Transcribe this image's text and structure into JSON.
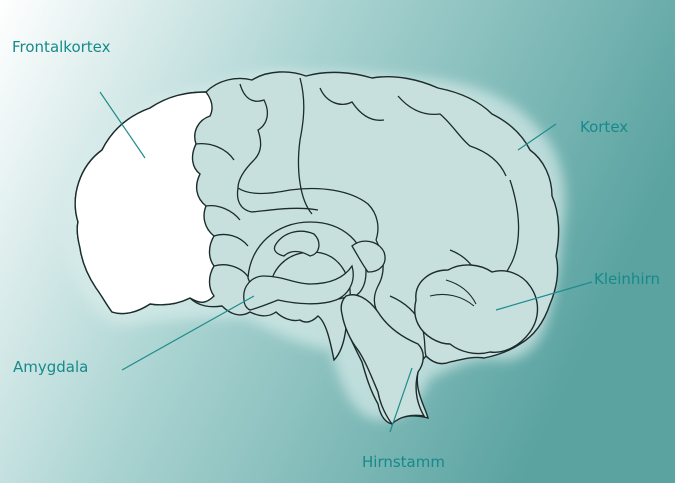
{
  "colors": {
    "label": "#168a8a",
    "leader": "#1f8c8c",
    "brain_fill": "#c7e0de",
    "frontal_fill": "#ffffff",
    "outline": "#1c2b2b",
    "bg_start": "#ffffff",
    "bg_mid": "#a9d3d1",
    "bg_end": "#5aa3a1"
  },
  "labels": {
    "frontal": "Frontalkortex",
    "kortex": "Kortex",
    "kleinhirn": "Kleinhirn",
    "amygdala": "Amygdala",
    "hirnstamm": "Hirnstamm"
  }
}
